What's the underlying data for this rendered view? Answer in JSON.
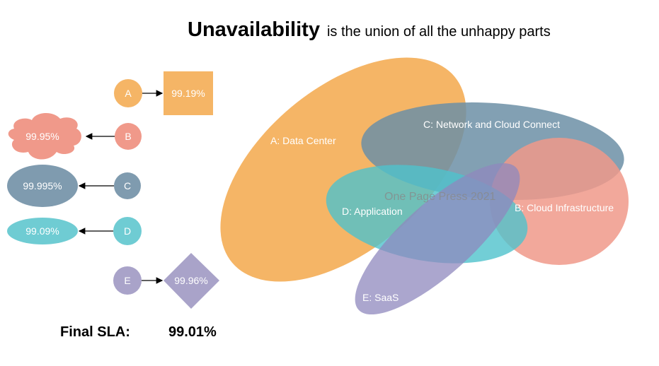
{
  "title": {
    "bold": "Unavailability",
    "rest": "is the union of all the unhappy parts"
  },
  "colors": {
    "A": "#F5B566",
    "B": "#F0998A",
    "C": "#7F9BAF",
    "D": "#6FCCD3",
    "E": "#A9A3C9"
  },
  "components": [
    {
      "id": "A",
      "value": "99.19%",
      "shape": "square"
    },
    {
      "id": "B",
      "value": "99.95%",
      "shape": "cloud"
    },
    {
      "id": "C",
      "value": "99.995%",
      "shape": "ellipse"
    },
    {
      "id": "D",
      "value": "99.09%",
      "shape": "ellipse"
    },
    {
      "id": "E",
      "value": "99.96%",
      "shape": "diamond"
    }
  ],
  "regions": {
    "A": "A: Data Center",
    "B": "B: Cloud Infrastructure",
    "C": "C: Network and Cloud Connect",
    "D": "D: Application",
    "E": "E: SaaS"
  },
  "watermark": "One Page Press 2021",
  "final": {
    "label": "Final SLA:",
    "value": "99.01%"
  }
}
